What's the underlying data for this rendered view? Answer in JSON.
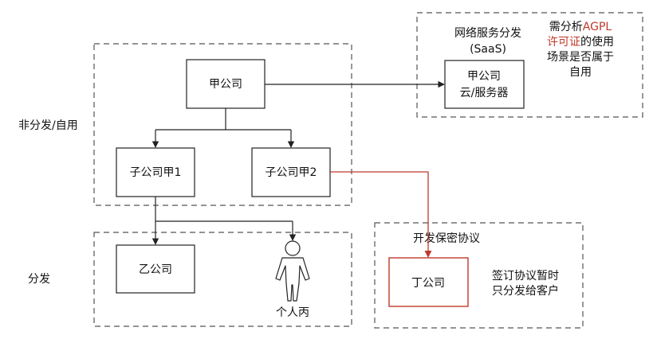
{
  "zones": {
    "non_distribution": "非分发/自用",
    "distribution": "分发"
  },
  "nodes": {
    "company_a": "甲公司",
    "sub_a1": "子公司甲1",
    "sub_a2": "子公司甲2",
    "company_b": "乙公司",
    "person_c": "个人丙",
    "company_d": "丁公司",
    "cloud_server": [
      "甲公司",
      "云/服务器"
    ]
  },
  "groups": {
    "saas": [
      "网络服务分发",
      "(SaaS)"
    ],
    "nda": "开发保密协议"
  },
  "notes": {
    "agpl_note": [
      [
        {
          "text": "需分析",
          "highlight": false
        },
        {
          "text": "AGPL",
          "highlight": true
        }
      ],
      [
        {
          "text": "许可证",
          "highlight": true
        },
        {
          "text": "的使用",
          "highlight": false
        }
      ],
      [
        {
          "text": "场景是否属于",
          "highlight": false
        }
      ],
      [
        {
          "text": "自用",
          "highlight": false
        }
      ]
    ],
    "nda_note": [
      "签订协议暂时",
      "只分发给客户"
    ]
  },
  "colors": {
    "line": "#222222",
    "dashed_border": "#555555",
    "highlight": "#c0392b",
    "red_edge": "#c0392b"
  }
}
